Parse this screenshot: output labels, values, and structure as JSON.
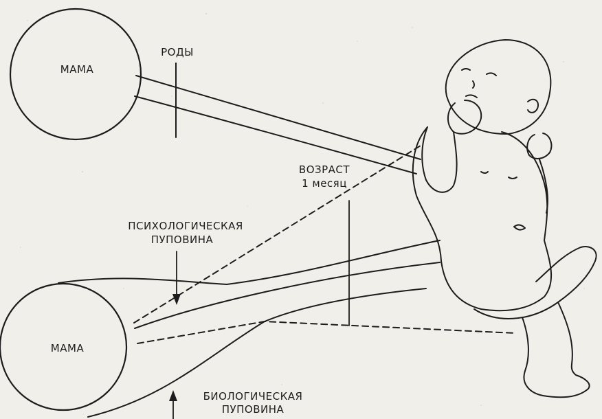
{
  "labels": {
    "mother_top": "МАМА",
    "birth": "РОДЫ",
    "age_line1": "ВОЗРАСТ",
    "age_line2": "1 месяц",
    "psych_line1": "ПСИХОЛОГИЧЕСКАЯ",
    "psych_line2": "ПУПОВИНА",
    "mother_bottom": "МАМА",
    "bio_line1": "БИОЛОГИЧЕСКАЯ",
    "bio_line2": "ПУПОВИНА"
  },
  "colors": {
    "paper": "#f0efe9",
    "ink": "#1c1c1c"
  },
  "icons": {
    "baby": "infant-illustration"
  }
}
